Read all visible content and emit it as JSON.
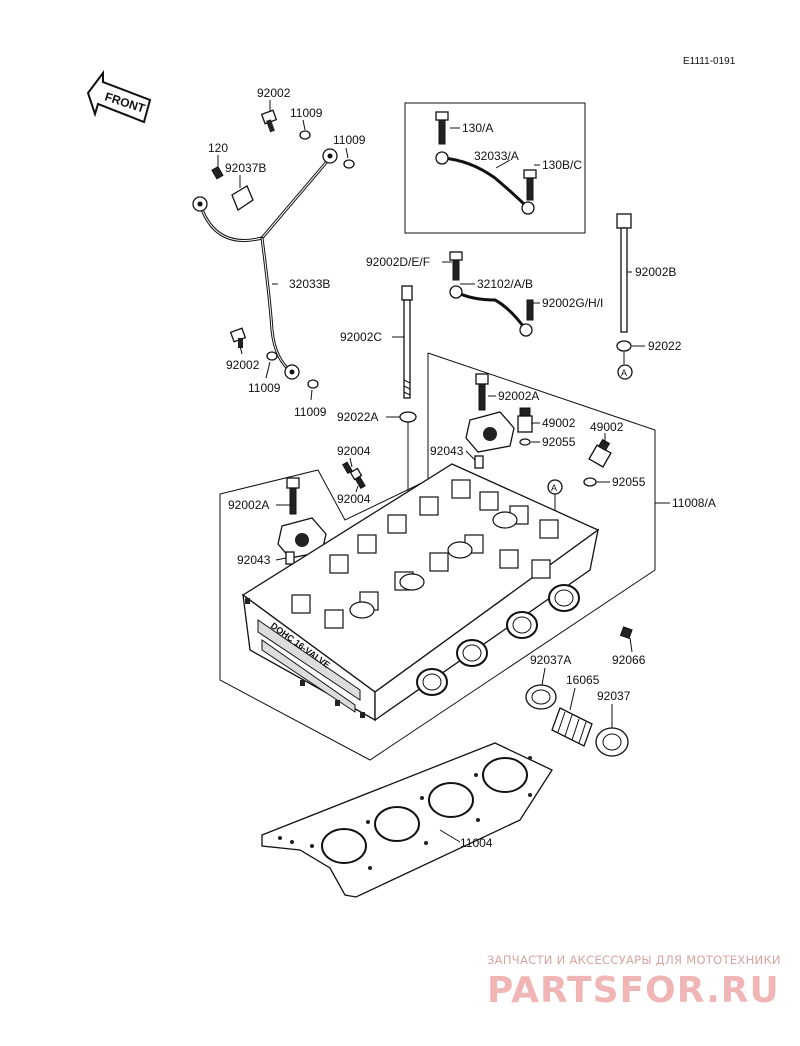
{
  "diagram_code": "E1111-0191",
  "front_arrow": "FRONT",
  "cylinder_head_text": "DOHC 16-VALVE",
  "callouts": {
    "c92002_top": "92002",
    "c11009_a": "11009",
    "c11009_b": "11009",
    "c120": "120",
    "c92037B": "92037B",
    "c32033B": "32033B",
    "c92002_mid": "92002",
    "c11009_c": "11009",
    "c11009_d": "11009",
    "c130A": "130/A",
    "c32033A": "32033/A",
    "c130BC": "130B/C",
    "c92002DEF": "92002D/E/F",
    "c32102AB": "32102/A/B",
    "c92002GHI": "92002G/H/I",
    "c92002B": "92002B",
    "c92022": "92022",
    "c92002C": "92002C",
    "c92002A_a": "92002A",
    "c92022A": "92022A",
    "c49002_a": "49002",
    "c92055_a": "92055",
    "c49002_b": "49002",
    "c92043_a": "92043",
    "c92004_a": "92004",
    "c92004_b": "92004",
    "c92055_b": "92055",
    "c11008A": "11008/A",
    "c92002A_b": "92002A",
    "c92043_b": "92043",
    "c92066": "92066",
    "c92037A": "92037A",
    "c16065": "16065",
    "c92037": "92037",
    "c11004": "11004"
  },
  "ref_markers": {
    "a1": "A",
    "a2": "A"
  },
  "watermark": {
    "top": "ЗАПЧАСТИ И АКСЕССУАРЫ ДЛЯ МОТОТЕХНИКИ",
    "brand": "PARTSFOR.RU"
  }
}
